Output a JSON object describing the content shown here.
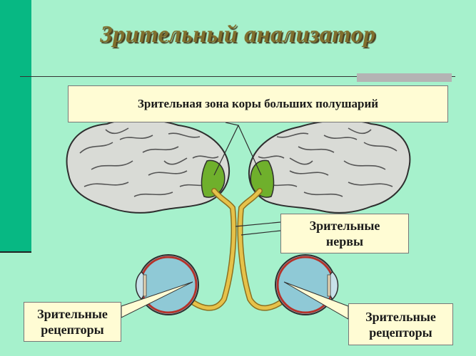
{
  "slide": {
    "title": "Зрительный анализатор"
  },
  "labels": {
    "cortex_zone": "Зрительная зона коры больших полушарий",
    "nerves": [
      "Зрительные",
      "нервы"
    ],
    "receptors_left": [
      "Зрительные",
      "рецепторы"
    ],
    "receptors_right": [
      "Зрительные",
      "рецепторы"
    ]
  },
  "colors": {
    "background": "#a6f1cc",
    "accent_band": "#07b883",
    "title": "#806f2e",
    "label_fill": "#fffcd4",
    "brain": "#d9dbd6",
    "visual_zone": "#6fb02c",
    "nerve": "#e6c24a",
    "eye": "#8fc9d6"
  }
}
